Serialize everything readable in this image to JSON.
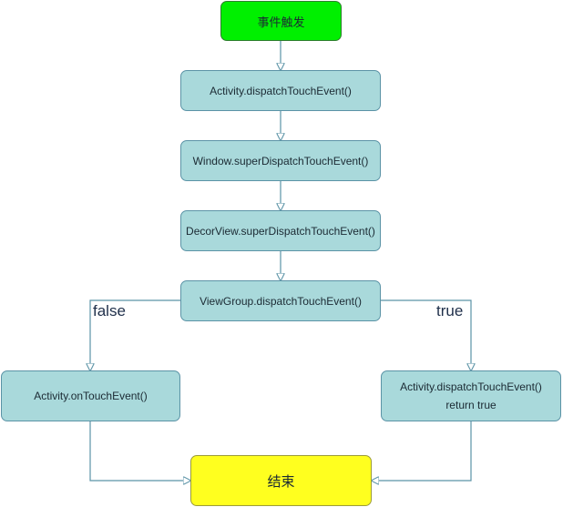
{
  "nodes": {
    "start": "事件触发",
    "activity_dispatch": "Activity.dispatchTouchEvent()",
    "window_super": "Window.superDispatchTouchEvent()",
    "decor_super": "DecorView.superDispatchTouchEvent()",
    "viewgroup_dispatch": "ViewGroup.dispatchTouchEvent()",
    "activity_ontouch": "Activity.onTouchEvent()",
    "activity_dispatch_true_line1": "Activity.dispatchTouchEvent()",
    "activity_dispatch_true_line2": "return true",
    "end": "结束"
  },
  "edge_labels": {
    "false": "false",
    "true": "true"
  },
  "colors": {
    "start_fill": "#00f000",
    "process_fill": "#a9d9db",
    "end_fill": "#ffff1f",
    "connector": "#5b93a6"
  }
}
